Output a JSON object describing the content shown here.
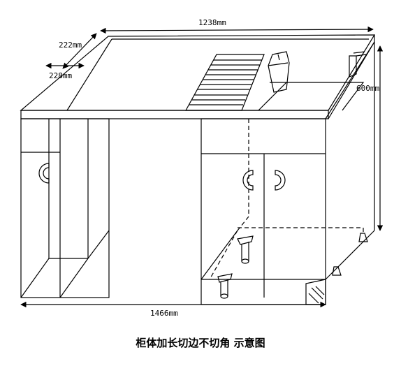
{
  "dimensions": {
    "top_width": "1238mm",
    "top_depth": "222mm",
    "side_depth": "228mm",
    "height": "600mm",
    "bottom_width": "1466mm"
  },
  "caption": "柜体加长切边不切角 示意图"
}
